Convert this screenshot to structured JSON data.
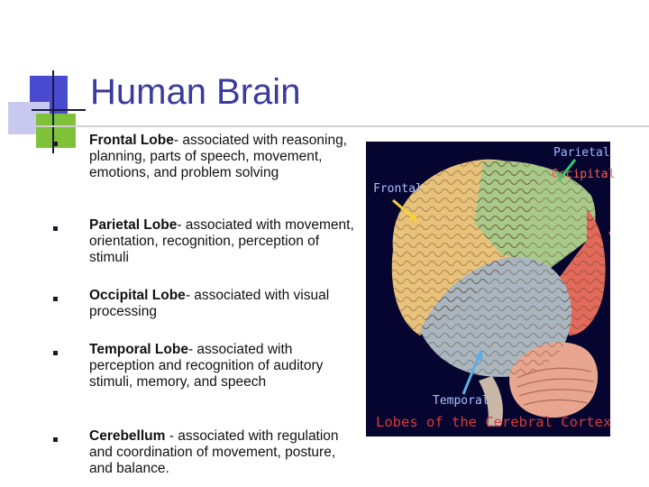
{
  "slide": {
    "title": "Human Brain",
    "bullets": [
      {
        "term": "Frontal Lobe",
        "desc": "- associated with reasoning, planning, parts of speech, movement, emotions, and problem solving"
      },
      {
        "term": "Parietal Lobe",
        "desc": "- associated with movement, orientation, recognition, perception of stimuli"
      },
      {
        "term": "Occipital Lobe",
        "desc": "- associated with visual processing"
      },
      {
        "term": "Temporal Lobe",
        "desc": "- associated with perception and recognition of auditory stimuli, memory, and speech"
      },
      {
        "term": "Cerebellum",
        "desc": " - associated with regulation and coordination of movement, posture, and balance."
      }
    ]
  },
  "figure": {
    "labels": {
      "parietal": "Parietal",
      "occipital": "Occipital",
      "frontal": "Frontal",
      "temporal": "Temporal"
    },
    "caption": "Lobes of the Cerebral Cortex",
    "colors": {
      "background": "#05052f",
      "frontal": "#e8c27a",
      "parietal": "#a9c98a",
      "occipital": "#e26a5a",
      "temporal": "#a9b6c0",
      "cerebellum": "#e8a690",
      "arrow_frontal": "#f4d03f",
      "arrow_parietal": "#2ecc71",
      "arrow_occipital": "#e74c3c",
      "arrow_temporal": "#5dade2"
    }
  },
  "colors": {
    "title": "#3b3b9b",
    "accent_square": "#4a4ad0"
  }
}
